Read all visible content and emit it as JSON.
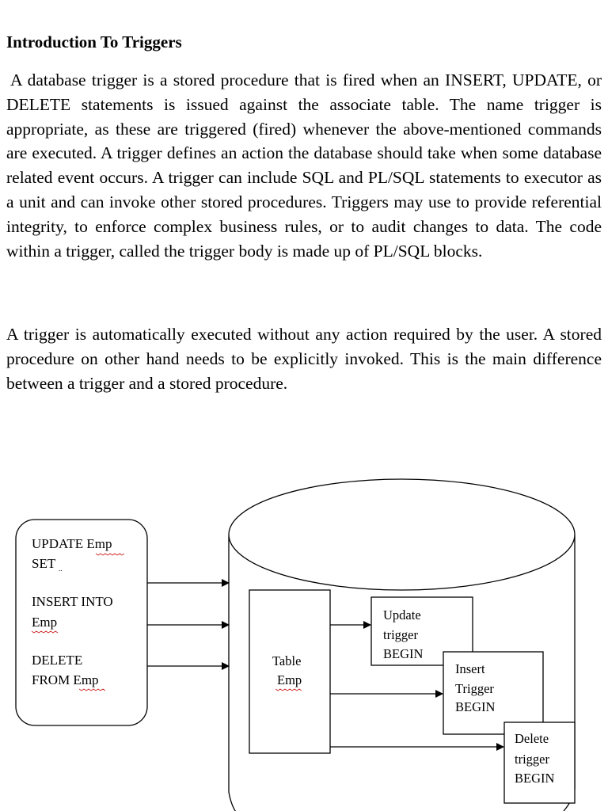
{
  "heading": "Introduction To Triggers",
  "paragraphs": [
    "A database trigger is a stored procedure that is fired when an INSERT, UPDATE, or DELETE statements is issued against the associate table. The name trigger is appropriate, as these are triggered (fired) whenever the above-mentioned commands are executed. A trigger defines an action the database should take when some database related event occurs. A trigger can include SQL and PL/SQL statements to executor as a unit and can invoke other stored procedures. Triggers may use to provide referential integrity, to enforce complex business rules, or to audit changes to data. The code within a trigger, called the trigger body is made up of PL/SQL blocks.",
    "A trigger is automatically executed without any action required by the user. A stored procedure on other hand needs to be explicitly invoked. This is the main difference between a trigger and a stored procedure."
  ],
  "diagram": {
    "statements": {
      "update_line1": "UPDATE Emp",
      "update_line2": "SET",
      "update_ellipsis": "..",
      "insert_line1": "INSERT INTO",
      "insert_line2": "Emp",
      "delete_line1": "DELETE",
      "delete_line2": "FROM Emp"
    },
    "table": {
      "line1": "Table",
      "line2": "Emp"
    },
    "triggers": {
      "update": [
        "Update",
        "trigger",
        "BEGIN"
      ],
      "insert": [
        "Insert",
        "Trigger",
        "BEGIN"
      ],
      "delete": [
        "Delete",
        "trigger",
        "BEGIN"
      ]
    }
  }
}
